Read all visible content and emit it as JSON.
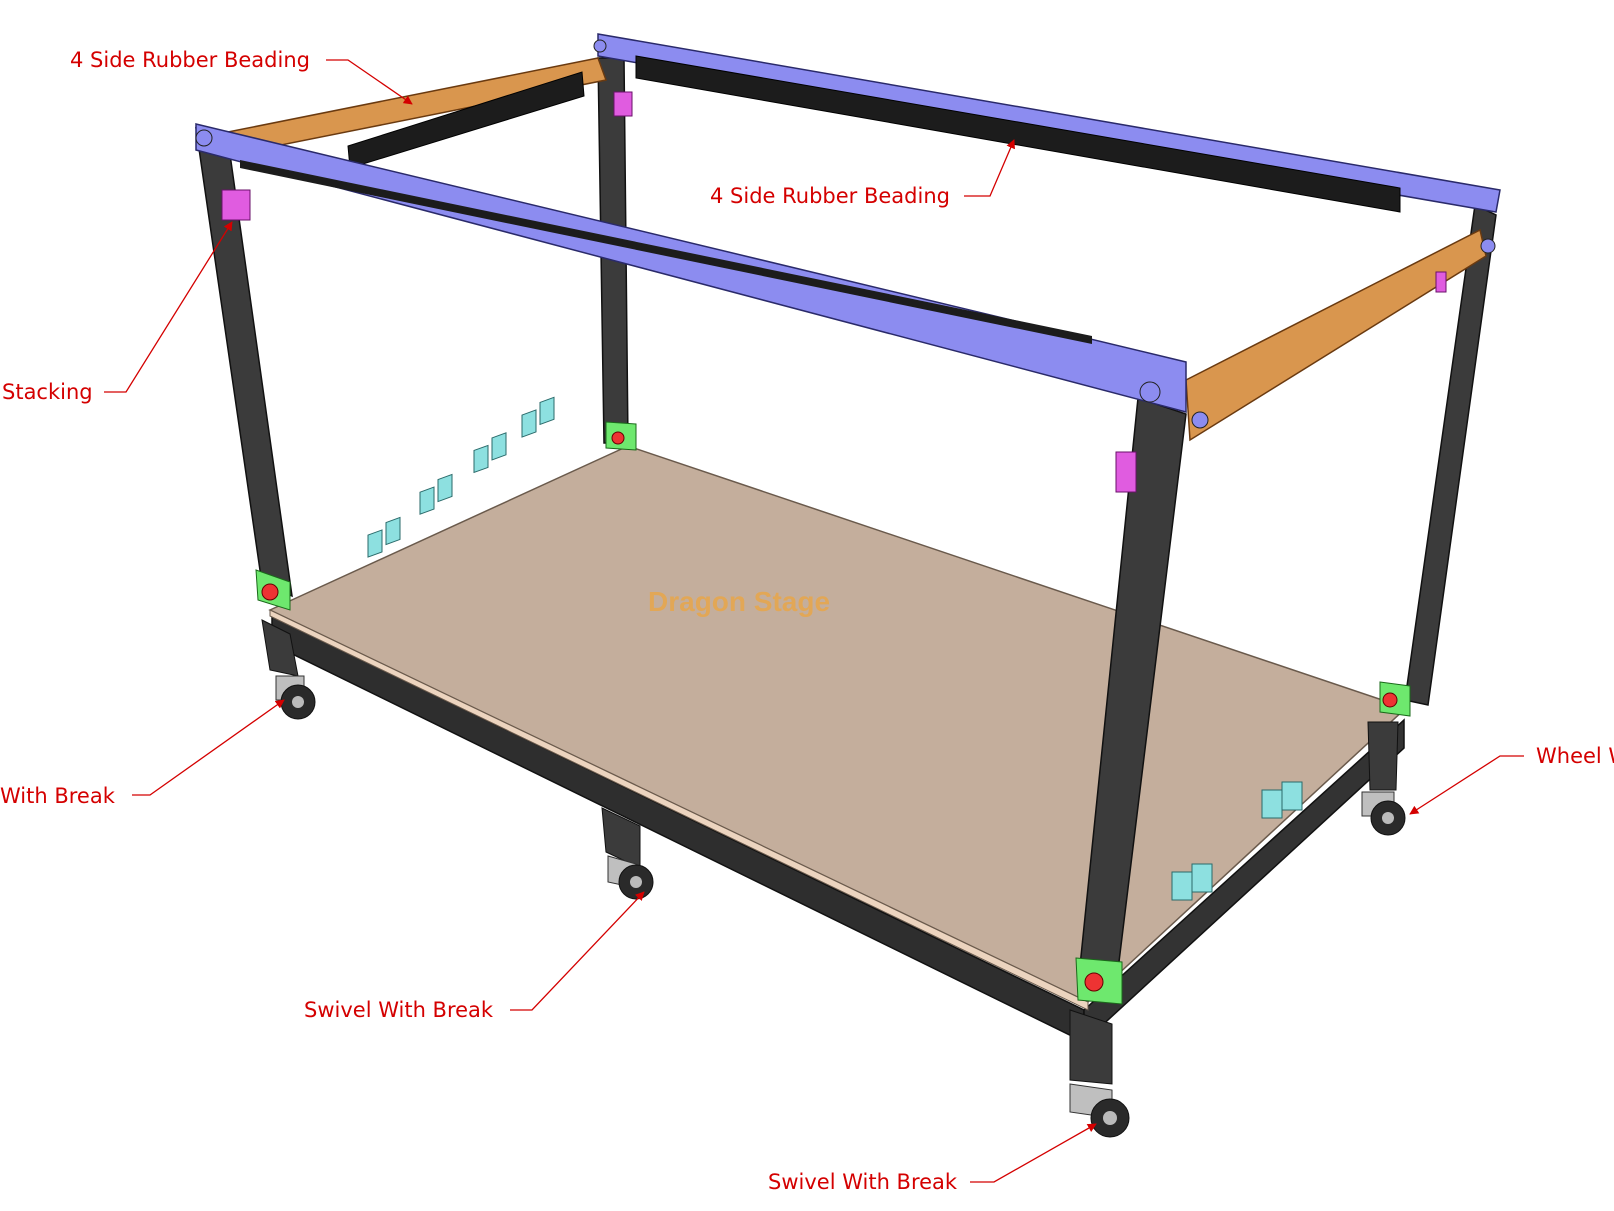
{
  "watermark": "Dragon Stage",
  "callouts": {
    "rubber_beading_left": "4 Side Rubber Beading",
    "rubber_beading_right": "4 Side Rubber Beading",
    "stacking": "Stacking",
    "wheel_left": "With Break",
    "wheel_right": "Wheel W",
    "swivel_middle": "Swivel With Break",
    "swivel_bottom": "Swivel With Break"
  },
  "colors": {
    "frame_purple": "#8c8cf0",
    "frame_orange": "#d9964e",
    "leg": "#3b3b3b",
    "deck": "#c4ae9c",
    "rubber": "#1c1c1c",
    "stack_block": "#e05ce0",
    "foot": "#6ee86e",
    "clip": "#8de0e0",
    "label": "#d40000"
  }
}
